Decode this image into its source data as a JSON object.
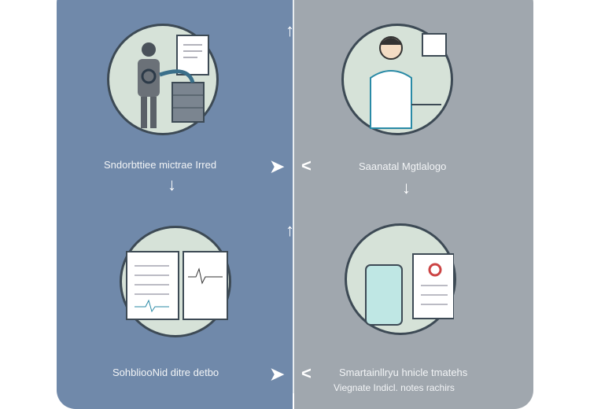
{
  "steps": [
    {
      "label": "Sndorbttiee mictrae Irred",
      "icon": "doctor-server-icon"
    },
    {
      "label": "Saanatal Mgtlalogo",
      "icon": "doctor-chat-icon"
    },
    {
      "label": "SohbliooNid ditre detbo",
      "icon": "medical-charts-icon"
    },
    {
      "label": "Smartainllryu hnicle tmatehs",
      "sub": "Viegnate Indicl. notes rachirs",
      "icon": "sample-report-icon"
    }
  ],
  "colors": {
    "left": "#7089aa",
    "right": "#a0a7ae",
    "circle": "#d6e2d8"
  }
}
